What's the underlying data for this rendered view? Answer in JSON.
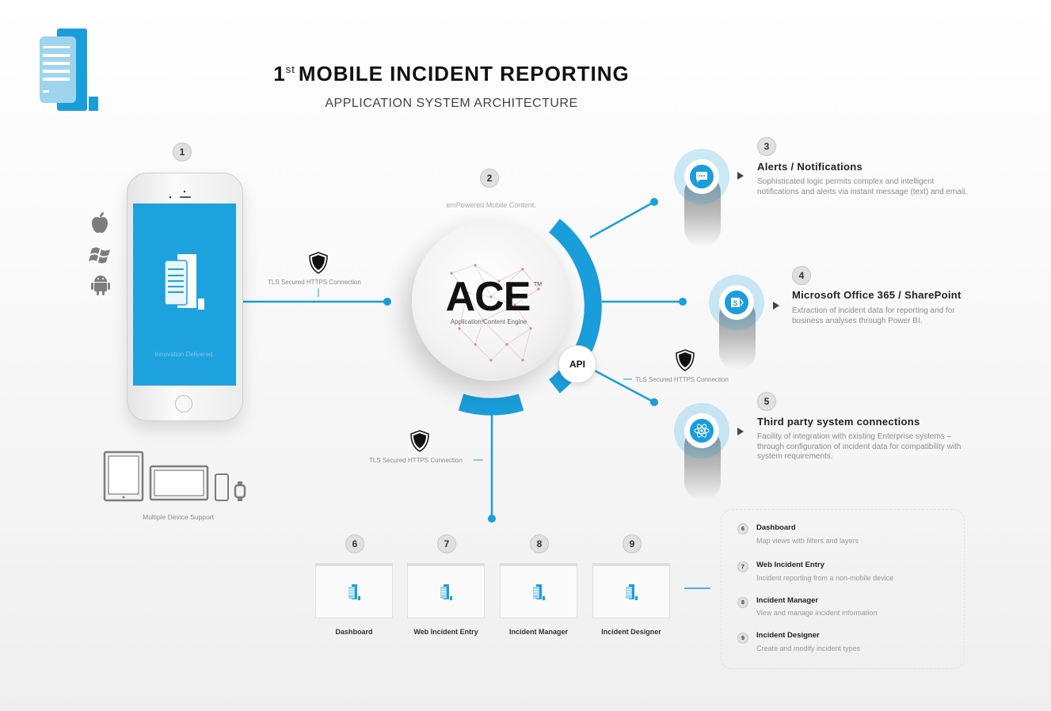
{
  "header": {
    "title_sup": "st",
    "title_num": "1",
    "title": "MOBILE INCIDENT REPORTING",
    "subtitle": "APPLICATION SYSTEM ARCHITECTURE"
  },
  "phone": {
    "number": "1",
    "tagline": "Innovation Delivered.",
    "os_icons": [
      "apple-icon",
      "windows-icon",
      "android-icon"
    ],
    "tls_label": "TLS Secured HTTPS Connection",
    "devices_label": "Multiple Device Support"
  },
  "ace": {
    "number": "2",
    "caption": "emPowered Mobile Content.",
    "name": "ACE",
    "tm": "TM",
    "subtitle": "Application Content Engine",
    "api_label": "API",
    "tls_right": "TLS Secured HTTPS Connection",
    "tls_bottom": "TLS Secured HTTPS Connection"
  },
  "features": [
    {
      "number": "3",
      "title": "Alerts / Notifications",
      "desc": "Sophisticated logic permits complex and intelligent notifications and alerts via instant message (text) and email.",
      "icon": "chat-icon"
    },
    {
      "number": "4",
      "title": "Microsoft Office 365 / SharePoint",
      "desc": "Extraction of incident data for reporting and for business analyses through Power BI.",
      "icon": "sharepoint-icon"
    },
    {
      "number": "5",
      "title": "Third party system connections",
      "desc": "Facility of integration with existing Enterprise systems – through configuration of incident data for compatibility with system requirements.",
      "icon": "atom-icon"
    }
  ],
  "modules": [
    {
      "number": "6",
      "label": "Dashboard"
    },
    {
      "number": "7",
      "label": "Web Incident Entry"
    },
    {
      "number": "8",
      "label": "Incident Manager"
    },
    {
      "number": "9",
      "label": "Incident Designer"
    }
  ],
  "legend": [
    {
      "number": "6",
      "title": "Dashboard",
      "desc": "Map views with filters and layers"
    },
    {
      "number": "7",
      "title": "Web Incident Entry",
      "desc": "Incident reporting from a non-mobile device"
    },
    {
      "number": "8",
      "title": "Incident Manager",
      "desc": "View and manage incident information"
    },
    {
      "number": "9",
      "title": "Incident Designer",
      "desc": "Create and modify incident types"
    }
  ],
  "colors": {
    "accent": "#1a9ddb",
    "dark": "#222222",
    "grey": "#8e8e8e"
  }
}
